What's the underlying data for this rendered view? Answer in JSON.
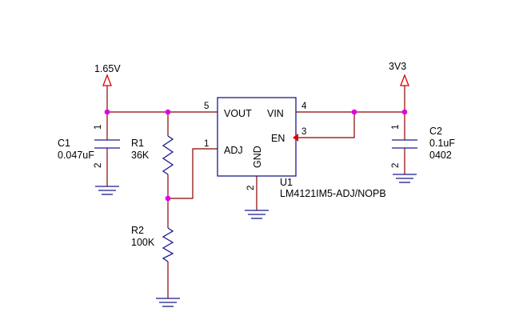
{
  "colors": {
    "wire": "#8b0000",
    "part": "#1a1a8c",
    "junction": "#e000e0",
    "arrow": "#e00000"
  },
  "nets": {
    "left_supply": "1.65V",
    "right_supply": "3V3"
  },
  "u1": {
    "ref": "U1",
    "part": "LM4121IM5-ADJ/NOPB",
    "pins": {
      "vout": "VOUT",
      "vin": "VIN",
      "en": "EN",
      "adj": "ADJ",
      "gnd": "GND"
    },
    "pin_numbers": {
      "vout": "5",
      "vin": "4",
      "en": "3",
      "adj": "1",
      "gnd": "2"
    }
  },
  "c1": {
    "ref": "C1",
    "value": "0.047uF",
    "pin1": "1",
    "pin2": "2"
  },
  "c2": {
    "ref": "C2",
    "value": "0.1uF",
    "package": "0402",
    "pin1": "1",
    "pin2": "2"
  },
  "r1": {
    "ref": "R1",
    "value": "36K"
  },
  "r2": {
    "ref": "R2",
    "value": "100K"
  }
}
